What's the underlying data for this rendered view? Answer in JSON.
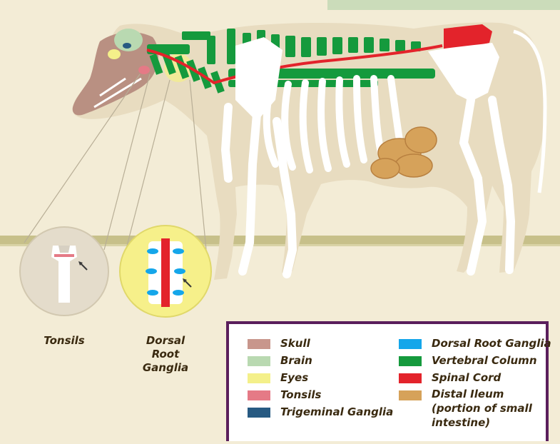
{
  "captions": {
    "tonsils": "Tonsils",
    "dorsal_root": "Dorsal Root Ganglia"
  },
  "legend": {
    "items": [
      {
        "label": "Skull",
        "color": "#c8968c"
      },
      {
        "label": "Brain",
        "color": "#b9d9b1"
      },
      {
        "label": "Eyes",
        "color": "#f4f08a"
      },
      {
        "label": "Tonsils",
        "color": "#e57a86"
      },
      {
        "label": "Trigeminal Ganglia",
        "color": "#275a82"
      },
      {
        "label": "Dorsal Root Ganglia",
        "color": "#14a6ea"
      },
      {
        "label": "Vertebral Column",
        "color": "#159a3d"
      },
      {
        "label": "Spinal Cord",
        "color": "#e3232b"
      },
      {
        "label": "Distal Ileum (portion of small intestine)",
        "color": "#d6a25a"
      }
    ]
  },
  "colors": {
    "background_fill": "#f3ecd6",
    "cow_body": "#e8dcc0",
    "bone": "#ffffff",
    "ground_stripe": "#c7c08a",
    "zoom_circle_tonsils": "#e4dccb",
    "zoom_circle_dorsal": "#f6f08a",
    "banner": "#cbdcba",
    "legend_border": "#5a1f5c"
  }
}
